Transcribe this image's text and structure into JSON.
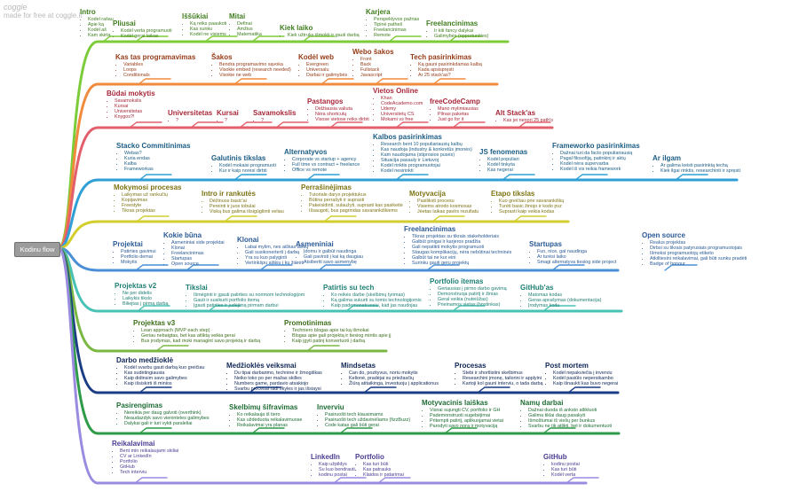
{
  "app": {
    "watermark_logo": "coggle",
    "watermark_text": "made for free at coggle.it",
    "root_label": "Kodinu flow"
  },
  "colors": {
    "b1": "#7ccc3a",
    "b2": "#f08a3c",
    "b3": "#e35f6c",
    "b4": "#2f9fd6",
    "b5": "#d1ce2e",
    "b6": "#4a8fd6",
    "b7": "#48c2b4",
    "b8": "#7ab843",
    "b9": "#1a3d86",
    "b10": "#2e9b48",
    "b11": "#9b8be0",
    "t1": "#3f7d1f",
    "t2": "#963b17",
    "t3": "#a8283a",
    "t4": "#1b5d85",
    "t5": "#7d7414",
    "t6": "#2a5a96",
    "t7": "#1e7f74",
    "t8": "#3d6e1a",
    "t9": "#0f2656",
    "t10": "#1e6d34",
    "t11": "#4b3d93"
  },
  "nodes": {
    "intro": {
      "title": "Intro",
      "items": [
        "Kodel rašau",
        "Apie ką",
        "Kodėl aš",
        "Kam skirta"
      ]
    },
    "pliusai": {
      "title": "Pliusai",
      "items": [
        "Kodėl verta programuoti",
        "Kodėl gerai laikas"
      ]
    },
    "issukiai": {
      "title": "Iššūkiai",
      "items": [
        "Ką reiks paaukoti",
        "Kas sunku",
        "Kodėl ne visiems"
      ]
    },
    "mitai": {
      "title": "Mitai",
      "items": [
        "Definai",
        "Amžius",
        "Matematika"
      ]
    },
    "kiek_laiko": {
      "title": "Kiek laiko",
      "items": [
        "Kiek užtruks išmokti ir gauti darbą"
      ]
    },
    "karjera": {
      "title": "Karjera",
      "items": [
        "Perspektyvos pažrias",
        "Tipinė patheš",
        "Freelancinimas",
        "Remote"
      ]
    },
    "freelancinimas1": {
      "title": "Freelancinimas",
      "items": [
        "Ir kiti fancy dalykai",
        "Galimybės (opportunities)"
      ]
    },
    "kas_tas": {
      "title": "Kas tas programavimas",
      "items": [
        "Variables",
        "Loops",
        "Conditionals"
      ]
    },
    "sakos": {
      "title": "Šakos",
      "items": [
        "Bendra programavimo sąvoka",
        "Visokie embed (research needed)",
        "Visokie ne web"
      ]
    },
    "kodel_web": {
      "title": "Kodėl web",
      "items": [
        "Evergreen",
        "Universalu",
        "Darbai ir galimybės"
      ]
    },
    "web_sakos": {
      "title": "Webo šakos",
      "items": [
        "Front",
        "Back",
        "Fullstack",
        "Javascript"
      ]
    },
    "tech_pasirinkimas1": {
      "title": "Tech pasirinkimas",
      "items": [
        "Ką gauni pasirinkdamas kalbą",
        "Kada apsispręsti",
        "Ar 25 stack'as?"
      ]
    },
    "budai": {
      "title": "Būdai mokytis",
      "items": [
        "Savamokslis",
        "Kursai",
        "Universitetas",
        "Knygos?!"
      ]
    },
    "universitetas": {
      "title": "Universitetas",
      "items": [
        "?"
      ]
    },
    "kursai": {
      "title": "Kursai",
      "items": [
        "?"
      ]
    },
    "savamokslis": {
      "title": "Savamokslis",
      "items": [
        "?"
      ]
    },
    "pastangos": {
      "title": "Pastangos",
      "items": [
        "Didžiausia valiuta",
        "Nėra shortcutų",
        "Visose vietose reiks dirbti"
      ]
    },
    "vietos": {
      "title": "Vietos Online",
      "items": [
        "Khan",
        "CodeAcademo.com",
        "Udemy",
        "Universitetų CS",
        "Mokami vs free"
      ]
    },
    "freecodecamp": {
      "title": "freeCodeCamp",
      "items": [
        "Mano mylimiausias",
        "Pilnas paketas",
        "Just go for it"
      ]
    },
    "alt_stack": {
      "title": "Alt Stack'as",
      "items": [
        "Kas jei nenori 25 path'o"
      ]
    },
    "stacko": {
      "title": "Stacko Commitinimas",
      "items": [
        "Webas?",
        "Kuria endas",
        "Kalba",
        "Frameworkas"
      ]
    },
    "galutinis": {
      "title": "Galutinis tikslas",
      "items": [
        "Kodėl mokaisi programuoti",
        "Kur ir kaip norėsi dirbti"
      ]
    },
    "alternatyvos": {
      "title": "Alternatyvos",
      "items": [
        "Corporate vs startup + agency",
        "Full time vs contract + freelance",
        "Office vs remote"
      ]
    },
    "kalbos": {
      "title": "Kalbos pasirinkimas",
      "items": [
        "Research bent 10 populiariausių kalbų",
        "Kas naudoja (industry & konkretūs įmonės)",
        "Kam naudojama (stiprosios pusės)",
        "Situacija pasauly ir Lietuvoj",
        "Kodėl rinktis programuotojai",
        "Kodėl nesirinkti"
      ]
    },
    "js": {
      "title": "JS fenomenas",
      "items": [
        "Kodėl populiari",
        "Kodėl tinkyta",
        "Kas negerai"
      ]
    },
    "frameworko": {
      "title": "Frameworko pasirinkimas",
      "items": [
        "Dažnai turi da facto populiariausią",
        "Pagal filosofiją, patinkinį ir aktų",
        "Kodėl nėra supervarba",
        "Kodėl iš vis reikia framework"
      ]
    },
    "ar_ilgam": {
      "title": "Ar ilgam",
      "items": [
        "Ar galima keisti pasirinktą techą",
        "Kiek ilgai rinktis, researchinti ir spręsti"
      ]
    },
    "mokymosi": {
      "title": "Mokymosi procesas",
      "items": [
        "Laikymas už rankučių",
        "Kopijavimas",
        "Freestyle",
        "Tikras projektas"
      ]
    },
    "intro_rankutes": {
      "title": "Intro ir rankutės",
      "items": [
        "Dėžinuos basic'ai",
        "Pereinti ir juos tobulai",
        "Viską bus galima išsigūgliinti veliau"
      ]
    },
    "perrasinejimas": {
      "title": "Perrašinėjimas",
      "items": [
        "Tutoriale darys projektukus",
        "Būtina perrašyti ir suprasti",
        "Pakeisidinti, sulaužyti, suprasti kas pasikeitė",
        "Išsaugoti, bus pagrindas savarankiškiems"
      ]
    },
    "motyvacija": {
      "title": "Motyvacija",
      "items": [
        "Pasiliksti procesu",
        "Visiems atrodo kosmosas",
        "Jėetas laikas pavirs rezultatu"
      ]
    },
    "etapo": {
      "title": "Etapo tikslas",
      "items": [
        "Kuo greičiau prie savarankiškų",
        "Turėti basic žinojo ir kodo pvz",
        "Suprasti kaip veikia kodas"
      ]
    },
    "kokie_buna": {
      "title": "Kokie būna",
      "items": [
        "Asmeniniai side projektai",
        "Klonai",
        "Freelancinimas",
        "Startupas",
        "Open source"
      ]
    },
    "projektai": {
      "title": "Projektai",
      "items": [
        "Patirties gavimui",
        "Portfolio demai",
        "Mokytis"
      ]
    },
    "klonai": {
      "title": "Klonai",
      "items": [
        "Labai mylim, nes aiškas aiškų",
        "Gali susikonerterti į darbą",
        "Yra su kuo palyginti",
        "Vertinkšpu aiškiu į kų žiūrėti"
      ]
    },
    "asmeniniai": {
      "title": "Asmeniniai",
      "items": [
        "Įdomu ir galbūt naudinga",
        "Gali pavirsti į kai ką daugiau",
        "Atsiberiti savo asmenybę"
      ]
    },
    "freelancinimas2": {
      "title": "Freelancinimas",
      "items": [
        "Tikras projektas su tikrais stakeholderiais",
        "Galbūt pinigai ir karjeros pradžia",
        "Gali nepatikti mokytis programuoti",
        "Staugas komplikacijų, nėra nebūtinai techninės",
        "Galbūt tai ne kur eini",
        "Surinku gauti geru projektų"
      ]
    },
    "startupas": {
      "title": "Startupas",
      "items": [
        "Fun, nice, gal naudinga",
        "Ar turėsi laiko",
        "Smagi alternatyva tiesiog side project"
      ]
    },
    "open_source": {
      "title": "Open source",
      "items": [
        "Realus projektas",
        "Dirbsi su tikrais patyrusiais programuotojais",
        "Išmoksi programuotojų etiketo",
        "Atkiltiesini reikalavimai, gali būti sunku pradėti",
        "Badge of honour"
      ]
    },
    "projektas_v2": {
      "title": "Projektas v2",
      "items": [
        "Ne per didelis",
        "Laikykis tikslo",
        "Biliejtas į pirmą darbą"
      ]
    },
    "tikslai": {
      "title": "Tikslai",
      "items": [
        "Išmėginti ir įgauti patirties su norimom technologijom",
        "Gauti ir susikurti portfolio itemą",
        "Įgauti patirties ir judėjimą pirmam darbui"
      ]
    },
    "patirtis": {
      "title": "Patirtis su tech",
      "items": [
        "Ko reikės darbe (skelbimų tyrimas)",
        "Ką galima sukurti su tomis technologijomis",
        "Kaip pademonstruosiu, kad jas naudojau"
      ]
    },
    "portfolio_itemas": {
      "title": "Portfolio itemas",
      "items": [
        "Geriausias į pirmo darbo gavimą",
        "Demonstruoja patirtį ir žinias",
        "Geral veikia (nuteiūžas)",
        "Prieinamos vietas (hostinkas)"
      ]
    },
    "githubas": {
      "title": "GitHub'as",
      "items": [
        "Matomas kodas",
        "Geras aprašymas (dokumentacija)",
        "Įrodymas kodu"
      ]
    },
    "projektas_v3": {
      "title": "Projektas v3",
      "items": [
        "Lean approach (MVP each step)",
        "Geriau nebaigtas, bet kas atliktą veikia gerai",
        "Bus įrodymas, kad moki managint savo projektą ir darbą"
      ]
    },
    "promotinimas": {
      "title": "Promotinimas",
      "items": [
        "Techniero blogas apie tai ką išmokai",
        "Blogas apie gali projektą ir tiesiog mintis apie jį",
        "Kaip įgyti patinį konvertuoti į darbą"
      ]
    },
    "darbo": {
      "title": "Darbo medžioklė",
      "items": [
        "Kodėl svarbu gauti darbą kuo greičiau",
        "Kas sudėtingiausia",
        "Kaip didinsim savo galimybes",
        "Kaip išsiskirti iš minios"
      ]
    },
    "medziokles": {
      "title": "Medžioklės veiksmai",
      "items": [
        "Du tipai darbarimo, technine ir žmogiškas",
        "Neiko toko po per mažas skilles",
        "Numbers game, pardavio atsakiojo",
        "Svarbu procesai radi skyles ir jas išsiaysi"
      ]
    },
    "mindsetas": {
      "title": "Mindsetas",
      "items": [
        "Can do, pozityvus, noriu mokytis",
        "Kelionė, pradėjai su priežasčių",
        "Žiūrą atitaikinga, investuoju į applicationus"
      ]
    },
    "procesas": {
      "title": "Procesas",
      "items": [
        "Stebi ir shortlistini skelbimus",
        "Researchini įmonę, tailorini ir applyini",
        "Kartoji kol gauni interviu, o tada darbą"
      ]
    },
    "post_mortem": {
      "title": "Post mortem",
      "items": [
        "Kodėl nepakviečia į inverviu",
        "Kodėl pasiūlo nepersikambo",
        "Kaip išnaukti kas buvo negerai"
      ]
    },
    "pasirengimas": {
      "title": "Pasirengimas",
      "items": [
        "Nereikia per daug galvoti (overthink)",
        "Neaudazdyk savo vieninteles galimybes",
        "Dalykai gali ir turi vykti paraleliai"
      ]
    },
    "skelbimu": {
      "title": "Skelbimų šifravimas",
      "items": [
        "Ko reikalauja iš tiero",
        "Kas uždėduota reikalavimuose",
        "Reikalavimai yra planas"
      ]
    },
    "inverviu": {
      "title": "Inverviu",
      "items": [
        "Pasiruošti tech klausimams",
        "Pasiruošti tech uždavinėliams (fizzBuzz)",
        "Code katas gali būti gerai"
      ]
    },
    "motyvacinis": {
      "title": "Motyvacinis laiškas",
      "items": [
        "Visnai sujungti CV, portfolio ir GH",
        "Pademonstruoti sugebėjimai",
        "Pritempti patirtį, aplikuojamai vietai",
        "Parodyti savo norą ir motyvaciją"
      ]
    },
    "namu": {
      "title": "Namų darbai",
      "items": [
        "Dažnai duoda iš anksto atliktuoti",
        "Galima tiklai daug pasakyti",
        "Išmoštumai iš viešų per bunkus",
        "Svarbu ne tik atlikti, bet ir dokumentuoti"
      ]
    },
    "reikalavimai": {
      "title": "Reikalavimai",
      "items": [
        "Bent min reikalaujami skiliai",
        "CV ar LinkedIn",
        "Portfolio",
        "GitHub",
        "Tech interviu"
      ]
    },
    "linkedin": {
      "title": "LinkedIn",
      "items": [
        "Kaip užpildys",
        "Su kuo bendrauti",
        "kodinu postai"
      ]
    },
    "portfolio": {
      "title": "Portfolio",
      "items": [
        "Kas turi būti",
        "Kas patrauks",
        "Klaidos ir patarimai"
      ]
    },
    "github": {
      "title": "GitHub",
      "items": [
        "kodinu postai",
        "Kas turi būti",
        "Kodėl verta"
      ]
    }
  }
}
